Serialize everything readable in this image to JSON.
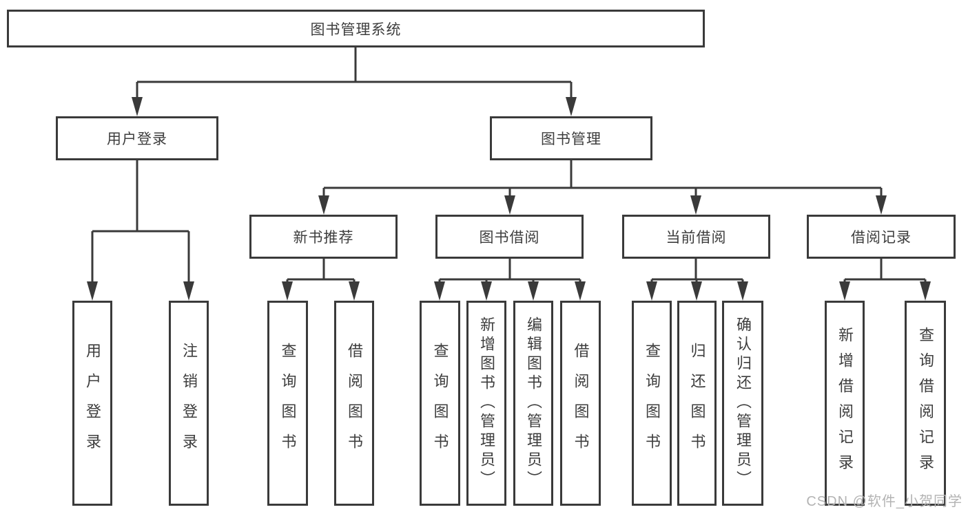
{
  "tree": {
    "label": "图书管理系统",
    "children": [
      {
        "label": "用户登录",
        "children": [
          {
            "label": "用户登录"
          },
          {
            "label": "注销登录"
          }
        ]
      },
      {
        "label": "图书管理",
        "children": [
          {
            "label": "新书推荐",
            "children": [
              {
                "label": "查询图书"
              },
              {
                "label": "借阅图书"
              }
            ]
          },
          {
            "label": "图书借阅",
            "children": [
              {
                "label": "查询图书"
              },
              {
                "label": "新增图书（管理员）"
              },
              {
                "label": "编辑图书（管理员）"
              },
              {
                "label": "借阅图书"
              }
            ]
          },
          {
            "label": "当前借阅",
            "children": [
              {
                "label": "查询图书"
              },
              {
                "label": "归还图书"
              },
              {
                "label": "确认归还（管理员）"
              }
            ]
          },
          {
            "label": "借阅记录",
            "children": [
              {
                "label": "新增借阅记录"
              },
              {
                "label": "查询借阅记录"
              }
            ]
          }
        ]
      }
    ]
  },
  "colors": {
    "line": "#3a3a3a",
    "text": "#3d3d3d",
    "watermark": "#b3b3b3"
  },
  "watermark": "CSDN @软件_小贺同学"
}
